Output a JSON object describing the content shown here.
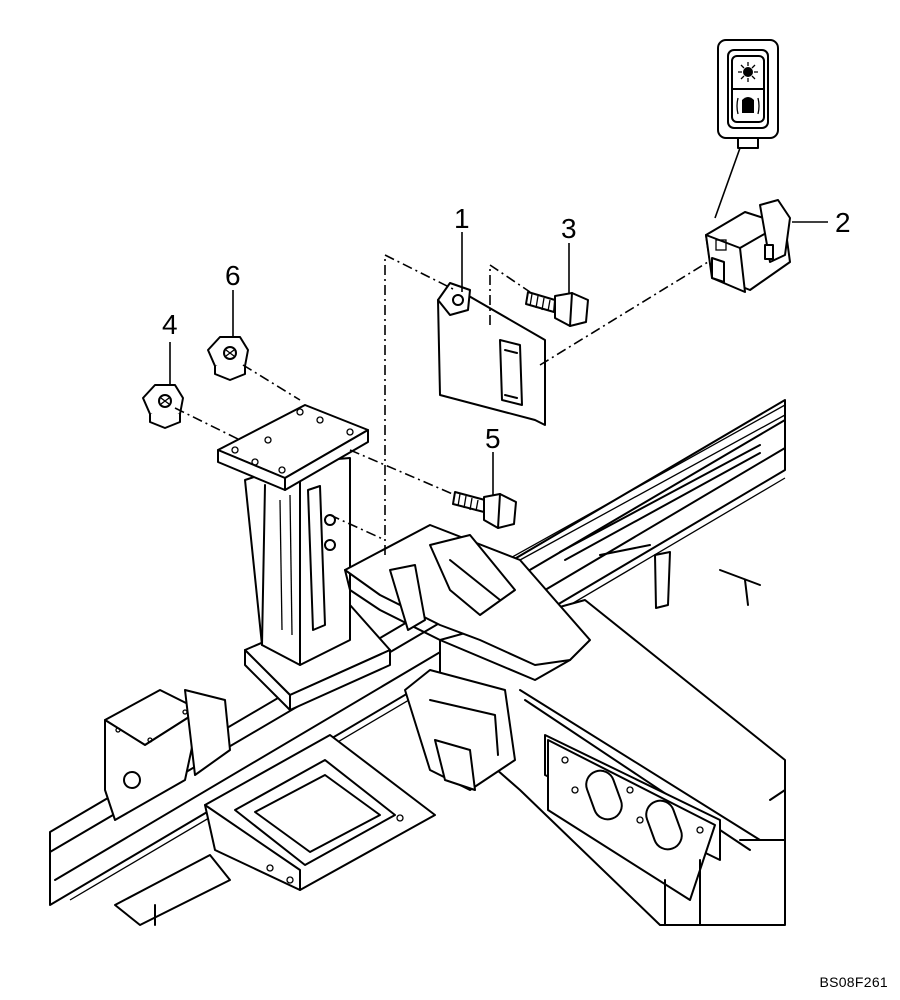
{
  "callouts": {
    "c1": "1",
    "c2": "2",
    "c3": "3",
    "c4": "4",
    "c5": "5",
    "c6": "6"
  },
  "drawing_code": "BS08F261"
}
